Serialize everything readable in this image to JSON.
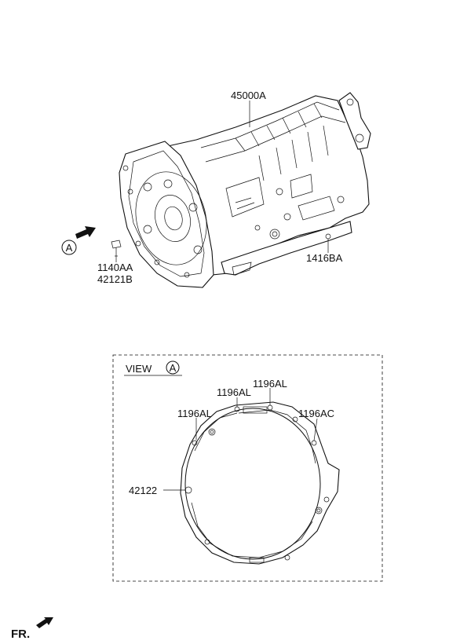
{
  "labels": {
    "transmission_assy": "45000A",
    "bolt_a": "1140AA",
    "bolt_b": "42121B",
    "plug": "1416BA",
    "view_text": "VIEW",
    "view_marker": "A",
    "callout_marker": "A",
    "gasket_bolt_1": "1196AL",
    "gasket_bolt_2": "1196AL",
    "gasket_bolt_3": "1196AL",
    "gasket_bolt_4": "1196AC",
    "gasket": "42122",
    "front": "FR."
  }
}
